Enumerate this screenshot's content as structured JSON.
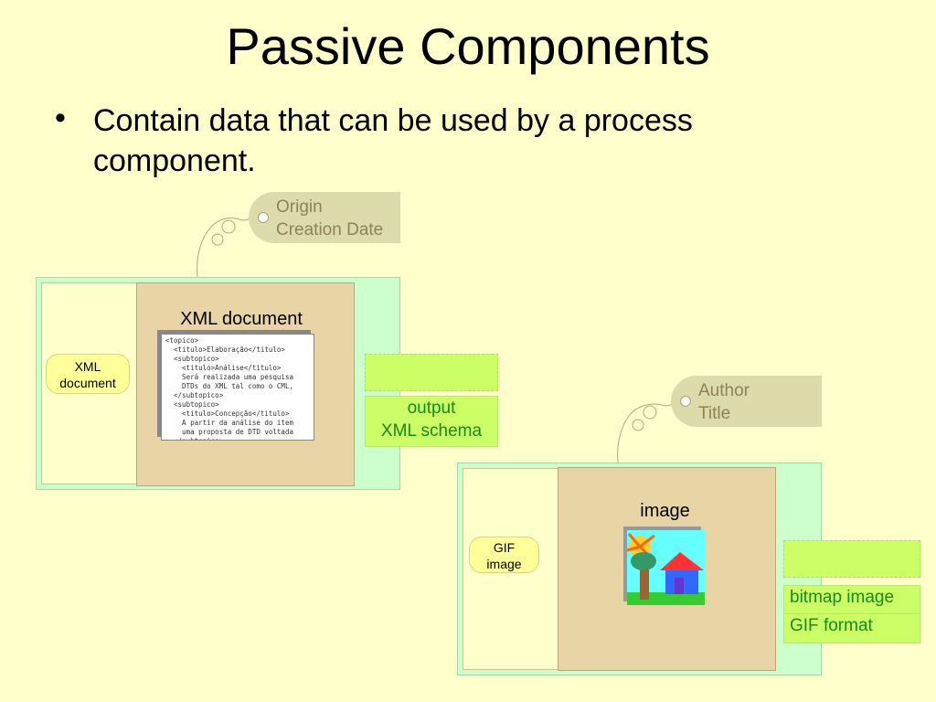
{
  "title": "Passive Components",
  "bullet": "Contain data that can be used by a process component.",
  "component1": {
    "tag_line1": "Origin",
    "tag_line2": "Creation Date",
    "pill_line1": "XML",
    "pill_line2": "document",
    "doc_label": "XML document",
    "xml_lines": [
      "<topico>",
      "  <titulo>Elaboração</titulo>",
      "  <subtopico>",
      "    <titulo>Análise</titulo>",
      "    Será realizada uma pesquisa",
      "    DTDs do XML tal como o CML,",
      "  </subtopico>",
      "  <subtopico>",
      "    <titulo>Concepção</titulo>",
      "    A partir da análise do item",
      "    uma proposta de DTD voltada",
      "  </subtopico>"
    ],
    "out_line1": "output",
    "out_line2": "XML schema"
  },
  "component2": {
    "tag_line1": "Author",
    "tag_line2": "Title",
    "pill_line1": "GIF",
    "pill_line2": "image",
    "doc_label": "image",
    "out_row1": "bitmap image",
    "out_row2": "GIF format"
  },
  "colors": {
    "background": "#ffffcc",
    "outer_panel": "#ccffcc",
    "inner_main": "#e8d4a4",
    "output_box": "#ccff66",
    "output_text": "#1a8a1a",
    "tag": "#dedbaa"
  }
}
